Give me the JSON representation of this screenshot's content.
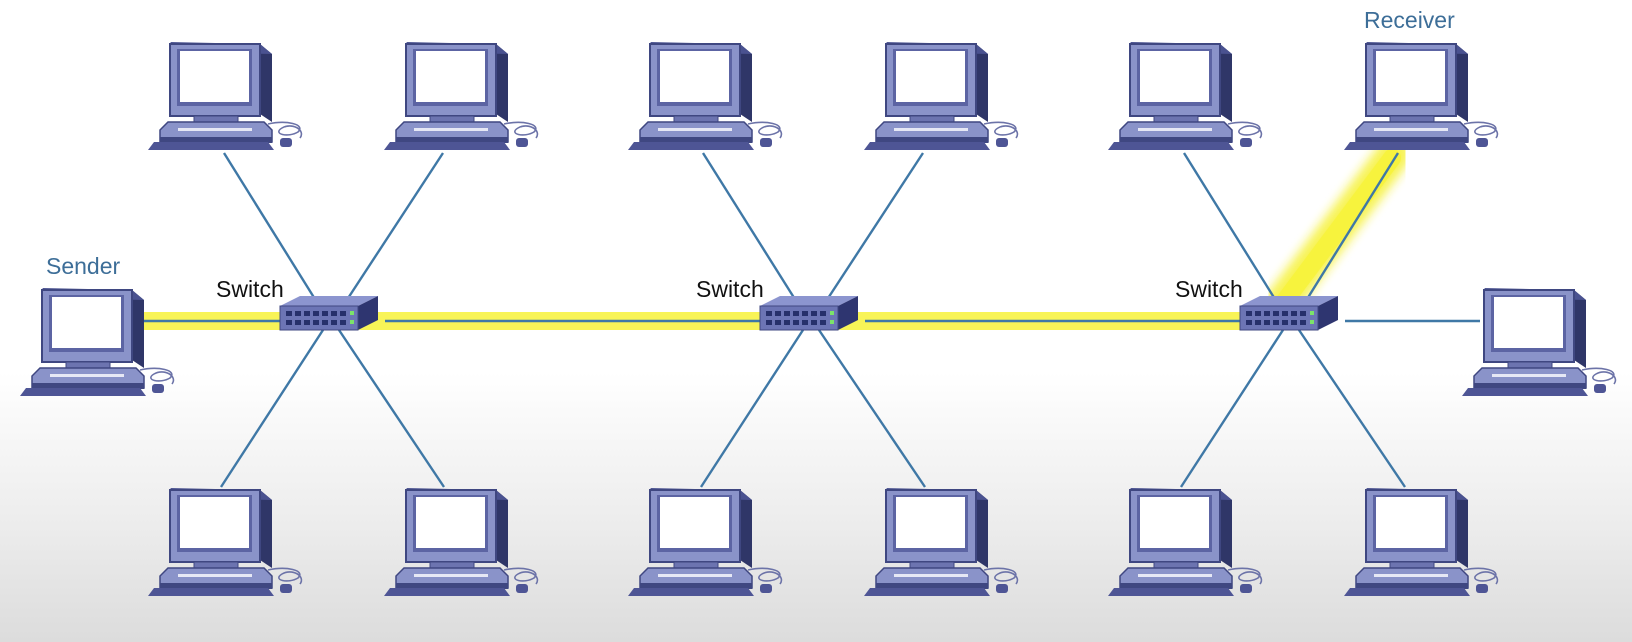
{
  "labels": {
    "sender": "Sender",
    "receiver": "Receiver",
    "switch_left": "Switch",
    "switch_middle": "Switch",
    "switch_right": "Switch"
  },
  "colors": {
    "link": "#3f78a6",
    "highlight": "#f4ef1e",
    "host_label": "#3d6e98",
    "switch_label": "#111111",
    "device_body": "#8a93c9",
    "device_dark": "#3f4781",
    "screen": "#ffffff",
    "led": "#7be36a"
  },
  "icons": {
    "host": "desktop-computer-icon",
    "switch": "network-switch-icon"
  },
  "highlighted_path": [
    "Sender",
    "Switch",
    "Switch",
    "Switch",
    "Receiver"
  ]
}
